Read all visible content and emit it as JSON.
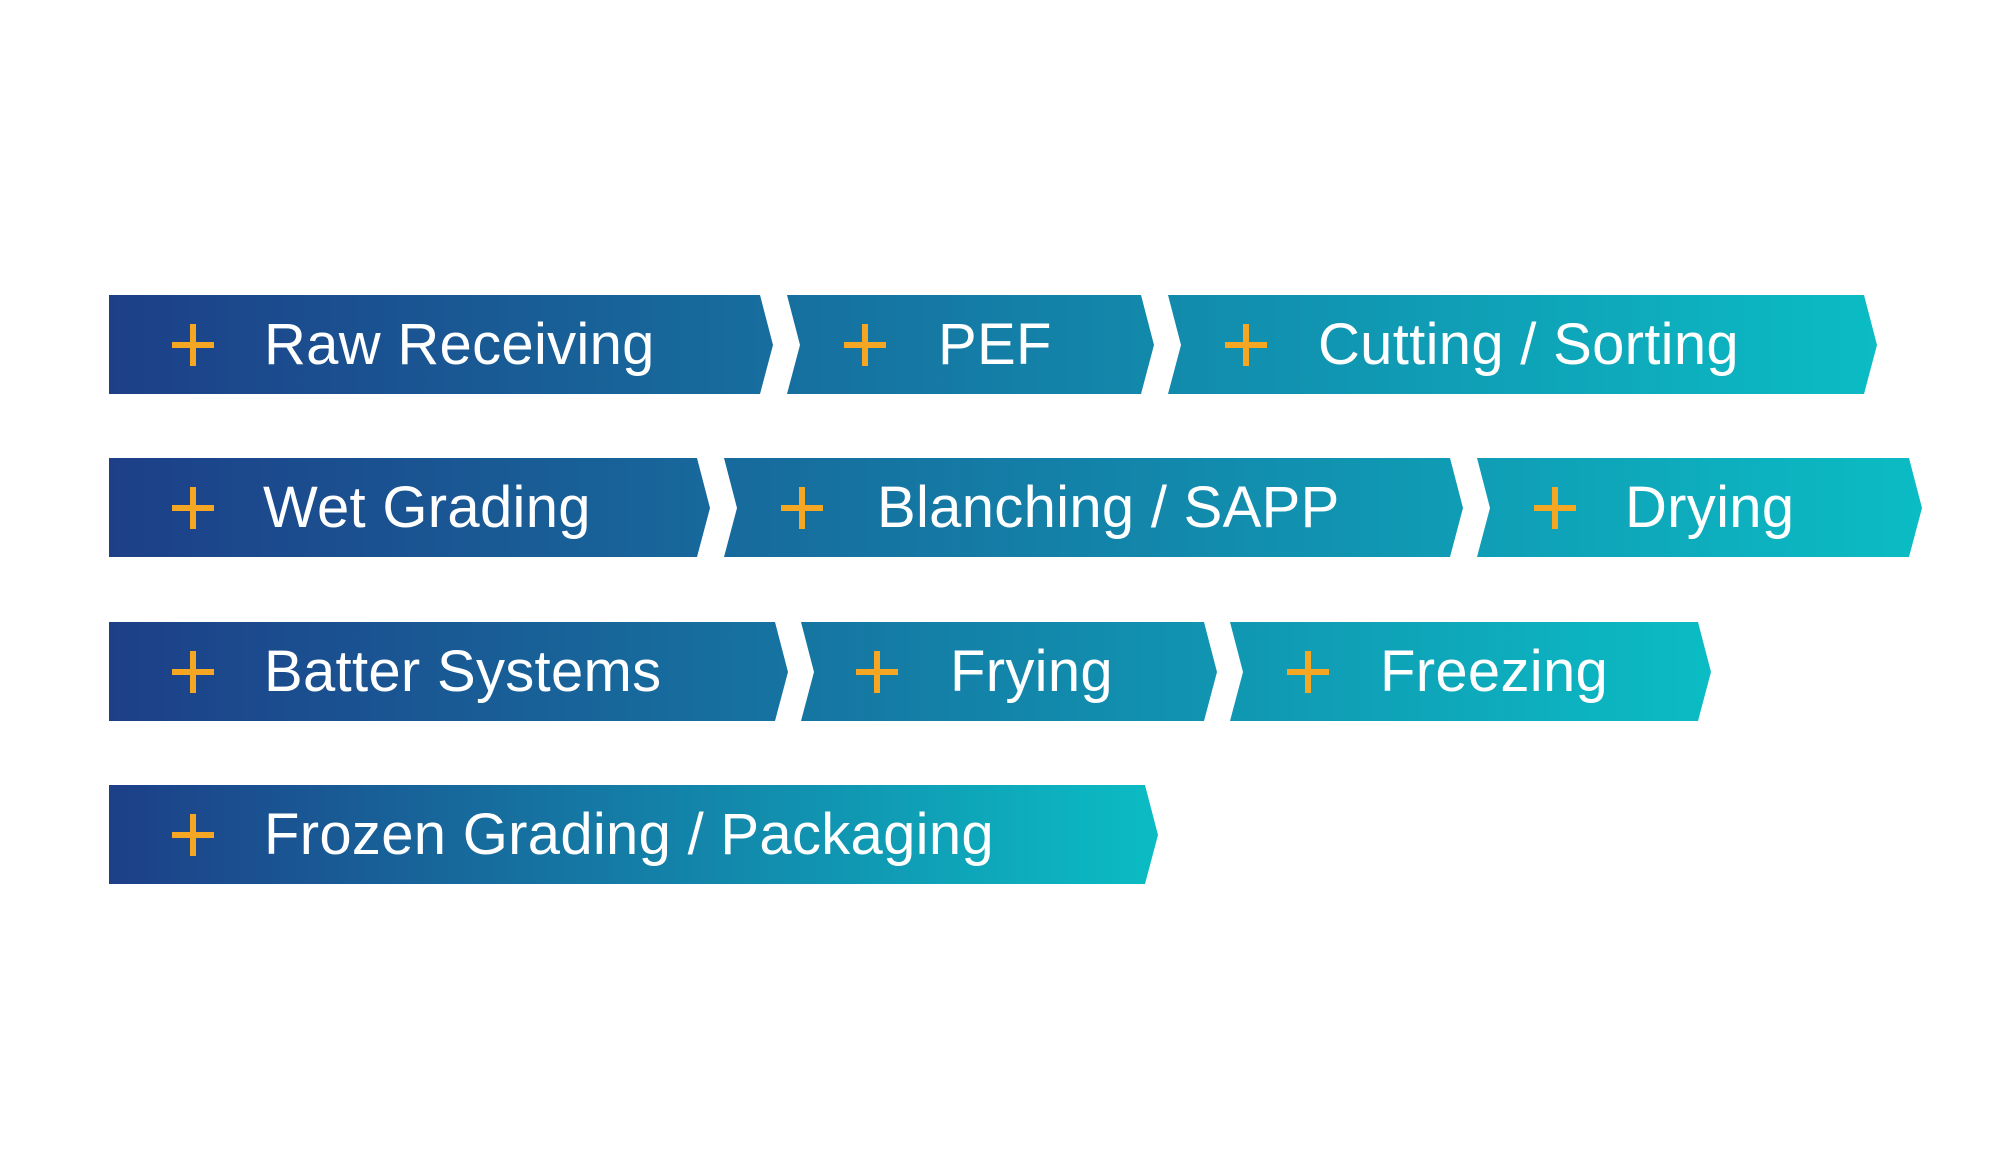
{
  "colors": {
    "gradient_start": "#1d3f88",
    "gradient_end": "#0bbcc4",
    "icon": "#f5a623",
    "text": "#ffffff",
    "background": "#ffffff"
  },
  "rows": [
    {
      "steps": [
        {
          "label": "Raw Receiving",
          "icon": "plus-icon"
        },
        {
          "label": "PEF",
          "icon": "plus-icon"
        },
        {
          "label": "Cutting / Sorting",
          "icon": "plus-icon"
        }
      ]
    },
    {
      "steps": [
        {
          "label": "Wet Grading",
          "icon": "plus-icon"
        },
        {
          "label": "Blanching / SAPP",
          "icon": "plus-icon"
        },
        {
          "label": "Drying",
          "icon": "plus-icon"
        }
      ]
    },
    {
      "steps": [
        {
          "label": "Batter Systems",
          "icon": "plus-icon"
        },
        {
          "label": "Frying",
          "icon": "plus-icon"
        },
        {
          "label": "Freezing",
          "icon": "plus-icon"
        }
      ]
    },
    {
      "steps": [
        {
          "label": "Frozen Grading / Packaging",
          "icon": "plus-icon"
        }
      ]
    }
  ]
}
